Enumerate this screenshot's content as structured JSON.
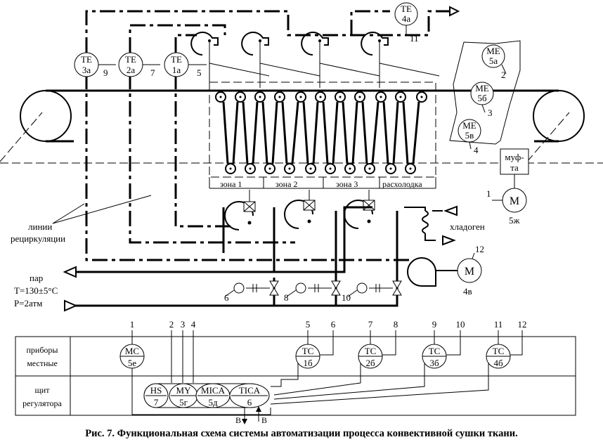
{
  "caption": "Рис. 7. Функциональная схема системы автоматизации процесса конвективной сушки ткани.",
  "field_instruments": [
    {
      "tag": "TE",
      "sub": "3а",
      "num": "9"
    },
    {
      "tag": "TE",
      "sub": "2а",
      "num": "7"
    },
    {
      "tag": "TE",
      "sub": "1а",
      "num": "5"
    },
    {
      "tag": "TE",
      "sub": "4а",
      "num": "11"
    },
    {
      "tag": "ME",
      "sub": "5а",
      "num": "2"
    },
    {
      "tag": "ME",
      "sub": "5б",
      "num": "3"
    },
    {
      "tag": "ME",
      "sub": "5в",
      "num": "4"
    }
  ],
  "zones": [
    "зона 1",
    "зона 2",
    "зона 3",
    "расхолодка"
  ],
  "labels": {
    "recirc_1": "линии",
    "recirc_2": "рециркуляции",
    "steam": "пар",
    "temp": "T=130±5°C",
    "pressure": "P=2атм",
    "coolant": "хладоген",
    "clutch_1": "муф-",
    "clutch_2": "та"
  },
  "motors": [
    {
      "label": "M",
      "num": "1",
      "sub": "5ж"
    },
    {
      "label": "M",
      "num": "12",
      "sub": "4в"
    }
  ],
  "valve_numbers": [
    "6",
    "8",
    "10"
  ],
  "table": {
    "row1_1": "приборы",
    "row1_2": "местные",
    "row2_1": "щит",
    "row2_2": "регулятора",
    "col_numbers": [
      "1",
      "2",
      "3",
      "4",
      "5",
      "6",
      "7",
      "8",
      "9",
      "10",
      "11",
      "12"
    ]
  },
  "local_instruments": [
    {
      "tag": "MC",
      "sub": "5е"
    },
    {
      "tag": "TC",
      "sub": "1б"
    },
    {
      "tag": "TC",
      "sub": "2б"
    },
    {
      "tag": "TC",
      "sub": "3б"
    },
    {
      "tag": "TC",
      "sub": "4б"
    }
  ],
  "panel_instruments": [
    {
      "tag": "HS",
      "sub": "7"
    },
    {
      "tag": "MY",
      "sub": "5г"
    },
    {
      "tag": "MICA",
      "sub": "5д"
    },
    {
      "tag": "TICA",
      "sub": "6"
    }
  ],
  "bottom_letters": [
    "В",
    "В"
  ]
}
